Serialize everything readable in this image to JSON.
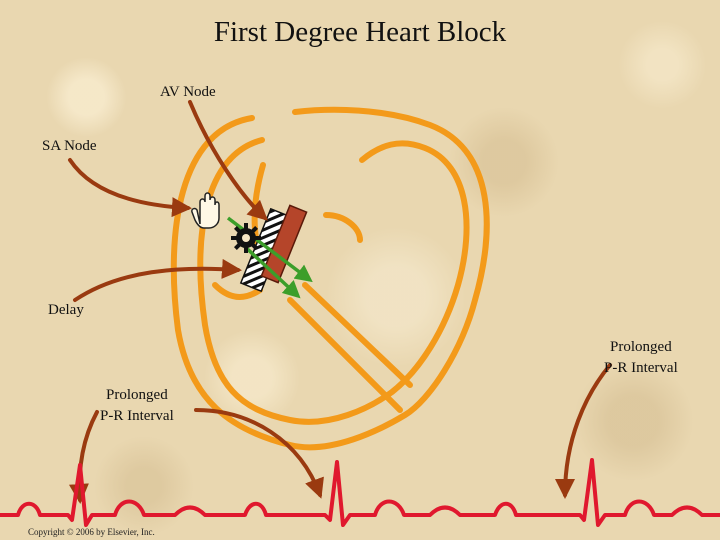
{
  "title": "First Degree Heart Block",
  "labels": {
    "av_node": "AV Node",
    "sa_node": "SA Node",
    "delay": "Delay",
    "prolonged_pr_left_line1": "Prolonged",
    "prolonged_pr_left_line2": "P-R Interval",
    "prolonged_pr_right_line1": "Prolonged",
    "prolonged_pr_right_line2": "P-R Interval"
  },
  "copyright": "Copyright © 2006 by Elsevier, Inc.",
  "colors": {
    "background": "#e9d7b0",
    "heart_outline": "#f39a1a",
    "pointer_arrow": "#9a3a10",
    "conduction_arrow": "#3c9e2a",
    "ecg_trace": "#e0182e"
  },
  "icons": [
    "pointing-hand-icon",
    "gear-icon",
    "hatched-block-icon"
  ]
}
